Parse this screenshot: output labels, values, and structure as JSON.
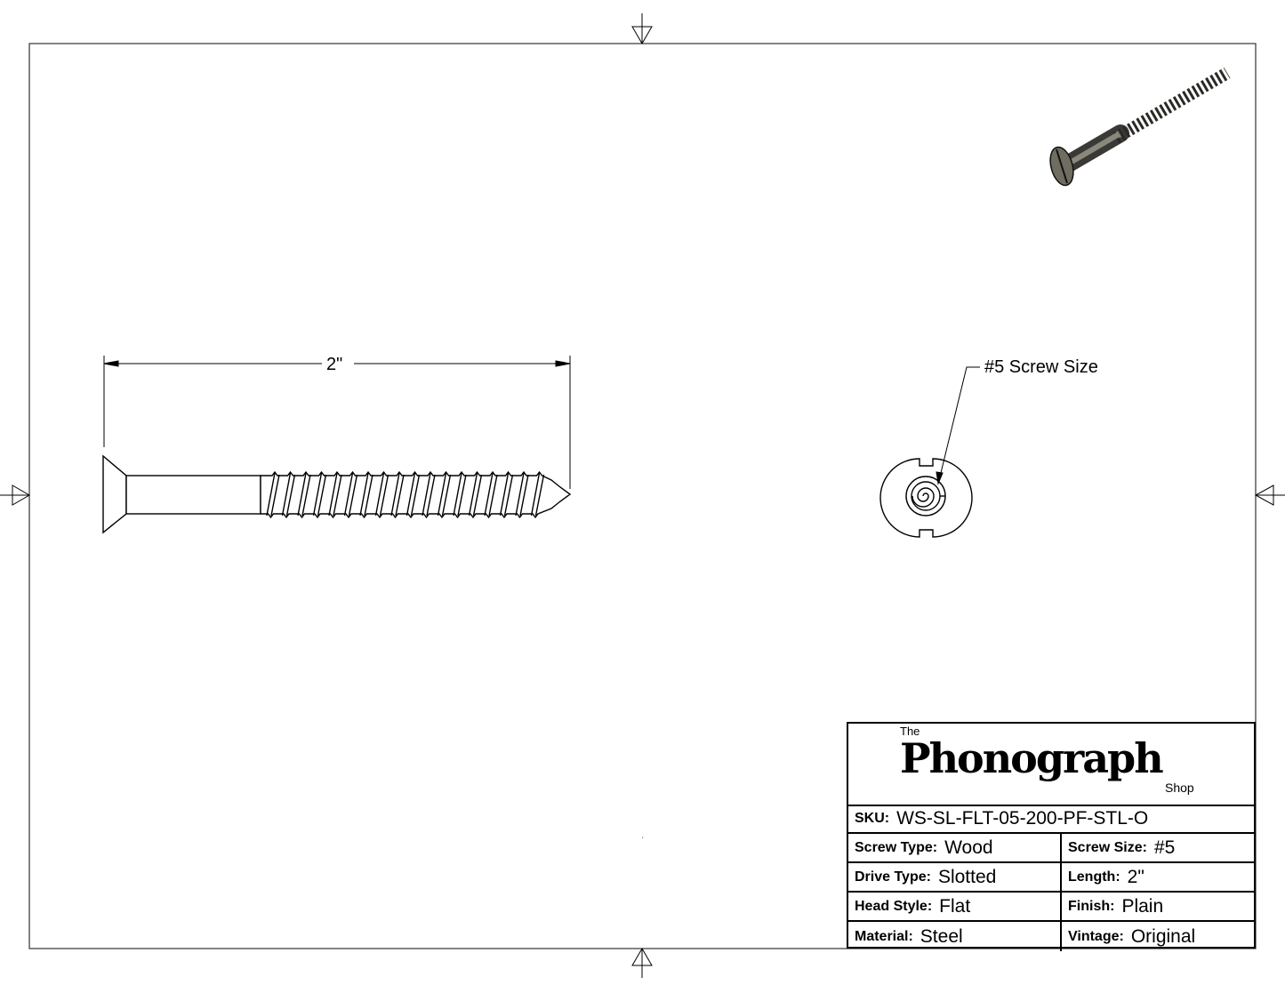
{
  "drawing": {
    "dimension_label": "2\"",
    "callout_label": "#5 Screw Size"
  },
  "title_block": {
    "logo": {
      "the": "The",
      "name": "Phonograph",
      "shop": "Shop"
    },
    "sku_label": "SKU:",
    "sku_value": "WS-SL-FLT-05-200-PF-STL-O",
    "rows": [
      {
        "left_label": "Screw Type:",
        "left_value": "Wood",
        "right_label": "Screw Size:",
        "right_value": "#5"
      },
      {
        "left_label": "Drive Type:",
        "left_value": "Slotted",
        "right_label": "Length:",
        "right_value": "2\""
      },
      {
        "left_label": "Head Style:",
        "left_value": "Flat",
        "right_label": "Finish:",
        "right_value": "Plain"
      },
      {
        "left_label": "Material:",
        "left_value": "Steel",
        "right_label": "Vintage:",
        "right_value": "Original"
      }
    ]
  }
}
